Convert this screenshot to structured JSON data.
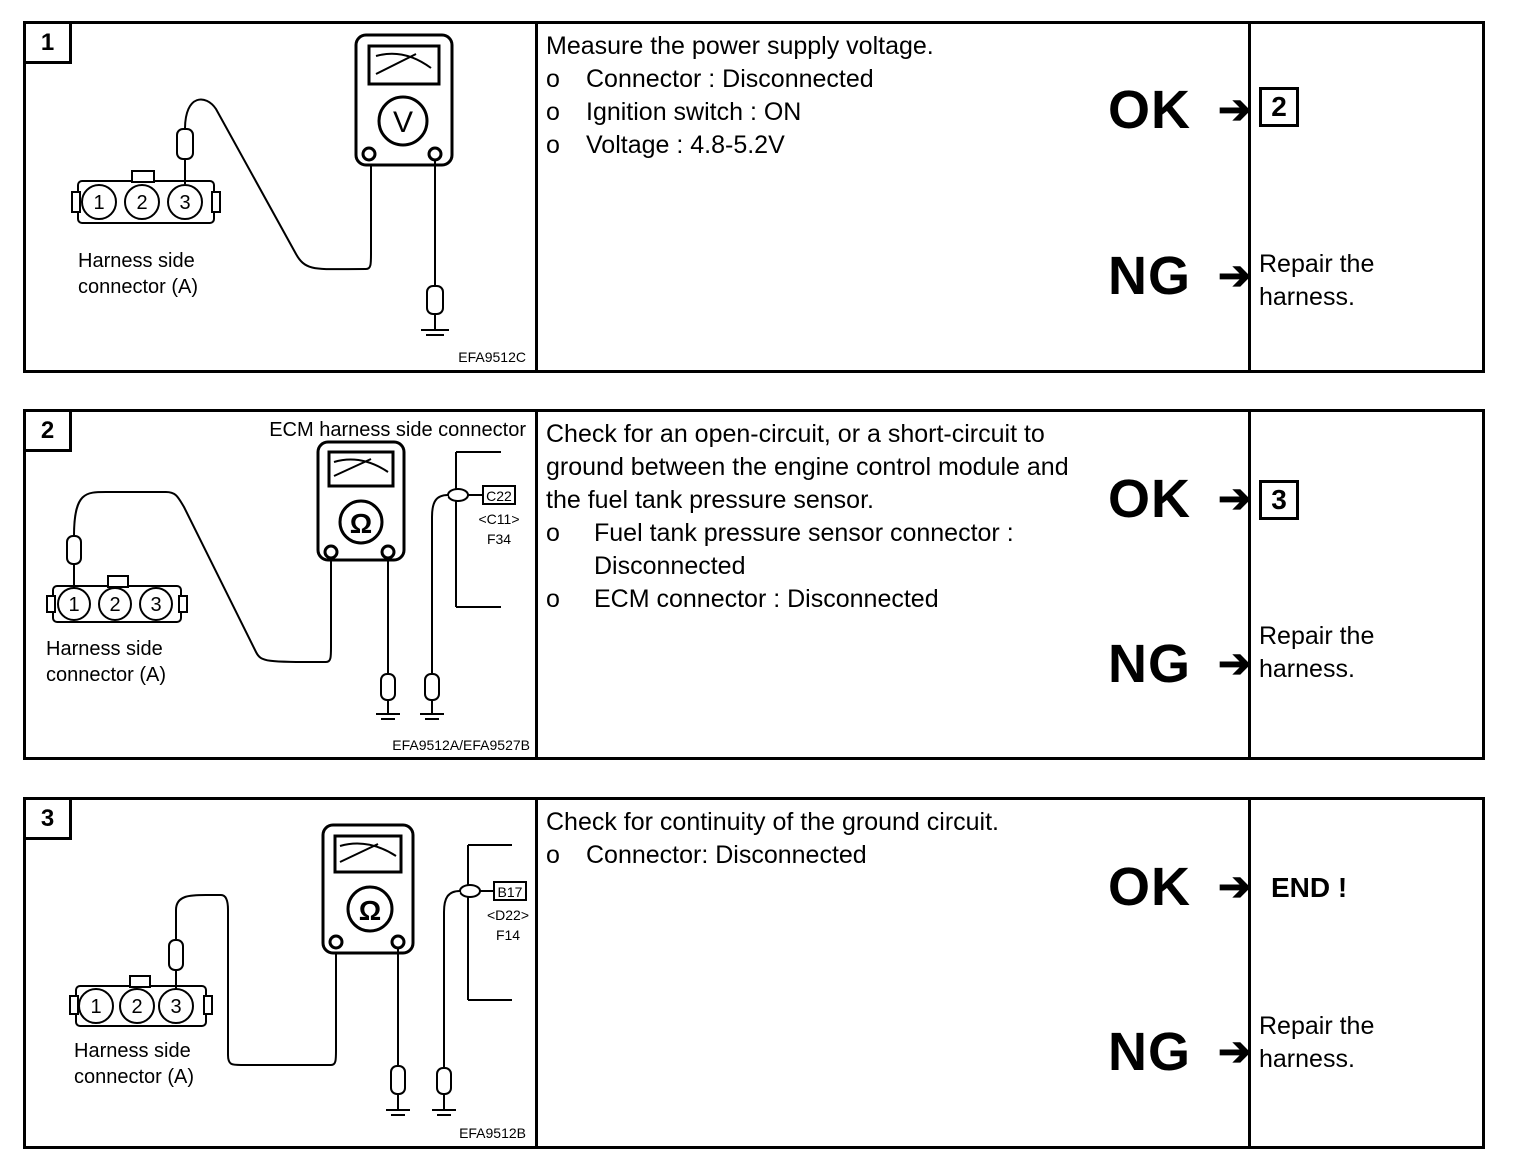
{
  "steps": [
    {
      "number": "1",
      "connector_label_line1": "Harness side",
      "connector_label_line2": "connector (A)",
      "meter_symbol": "V",
      "figure_code": "EFA9512C",
      "instructions": [
        "Measure the power supply voltage."
      ],
      "bullets": [
        {
          "marker": "o",
          "lines": [
            "Connector : Disconnected"
          ]
        },
        {
          "marker": "o",
          "lines": [
            "Ignition switch : ON"
          ]
        },
        {
          "marker": "o",
          "lines": [
            "Voltage : 4.8-5.2V"
          ]
        }
      ],
      "ok_label": "OK",
      "ng_label": "NG",
      "ok_result": "2",
      "ng_result_line1": "Repair the",
      "ng_result_line2": "harness."
    },
    {
      "number": "2",
      "diagram_title": "ECM harness side connector",
      "connector_label_line1": "Harness side",
      "connector_label_line2": "connector (A)",
      "meter_symbol": "Ω",
      "pin_label": "C22",
      "alt_label1": "<C11>",
      "alt_label2": "F34",
      "figure_code": "EFA9512A/EFA9527B",
      "instructions": [
        "Check for an open-circuit, or a short-circuit to",
        "ground between the engine control module and",
        "the fuel tank pressure sensor."
      ],
      "bullets": [
        {
          "marker": "o",
          "lines": [
            "Fuel tank pressure sensor connector :",
            "Disconnected"
          ]
        },
        {
          "marker": "o",
          "lines": [
            "ECM connector : Disconnected"
          ]
        }
      ],
      "ok_label": "OK",
      "ng_label": "NG",
      "ok_result": "3",
      "ng_result_line1": "Repair the",
      "ng_result_line2": "harness."
    },
    {
      "number": "3",
      "connector_label_line1": "Harness side",
      "connector_label_line2": "connector (A)",
      "meter_symbol": "Ω",
      "pin_label": "B17",
      "alt_label1": "<D22>",
      "alt_label2": "F14",
      "figure_code": "EFA9512B",
      "instructions": [
        "Check for continuity of the ground circuit."
      ],
      "bullets": [
        {
          "marker": "o",
          "lines": [
            "Connector: Disconnected"
          ]
        }
      ],
      "ok_label": "OK",
      "ng_label": "NG",
      "ok_result": "END !",
      "ng_result_line1": "Repair the",
      "ng_result_line2": "harness."
    }
  ],
  "connector_pins": [
    "1",
    "2",
    "3"
  ],
  "arrow_glyph": "➔"
}
